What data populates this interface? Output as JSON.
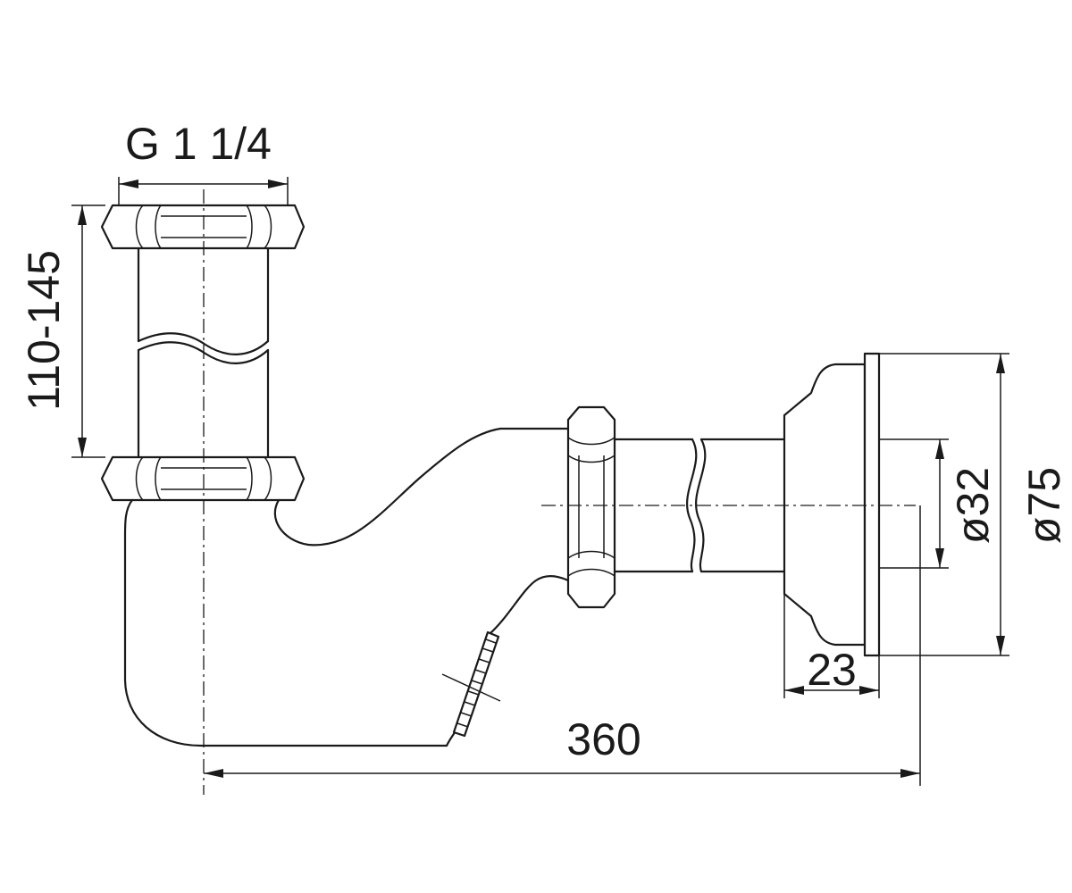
{
  "dimensions": {
    "thread": "G 1 1/4",
    "height_range": "110-145",
    "length": "360",
    "flange_depth": "23",
    "outlet_diameter": "ø32",
    "flange_diameter": "ø75"
  }
}
